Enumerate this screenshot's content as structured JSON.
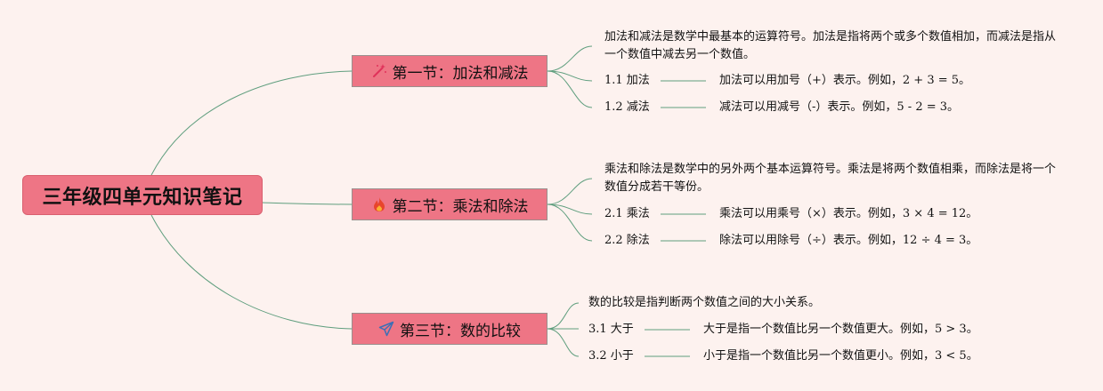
{
  "root": {
    "title": "三年级四单元知识笔记"
  },
  "sections": [
    {
      "title": "第一节：加法和减法",
      "icon": "magic-wand-icon",
      "description": "加法和减法是数学中最基本的运算符号。加法是指将两个或多个数值相加，而减法是指从一个数值中减去另一个数值。",
      "items": [
        {
          "label": "1.1 加法",
          "detail": "加法可以用加号（+）表示。例如，2 + 3 = 5。"
        },
        {
          "label": "1.2 减法",
          "detail": "减法可以用减号（-）表示。例如，5 - 2 = 3。"
        }
      ]
    },
    {
      "title": "第二节：乘法和除法",
      "icon": "fire-icon",
      "description": "乘法和除法是数学中的另外两个基本运算符号。乘法是将两个数值相乘，而除法是将一个数值分成若干等份。",
      "items": [
        {
          "label": "2.1 乘法",
          "detail": "乘法可以用乘号（×）表示。例如，3 × 4 = 12。"
        },
        {
          "label": "2.2 除法",
          "detail": "除法可以用除号（÷）表示。例如，12 ÷ 4 = 3。"
        }
      ]
    },
    {
      "title": "第三节：数的比较",
      "icon": "paper-plane-icon",
      "description": "数的比较是指判断两个数值之间的大小关系。",
      "items": [
        {
          "label": "3.1 大于",
          "detail": "大于是指一个数值比另一个数值更大。例如，5 > 3。"
        },
        {
          "label": "3.2 小于",
          "detail": "小于是指一个数值比另一个数值更小。例如，3 < 5。"
        }
      ]
    }
  ],
  "colors": {
    "node": "#ee7585",
    "link": "#5f9e7e",
    "background": "#fdf2ef"
  }
}
